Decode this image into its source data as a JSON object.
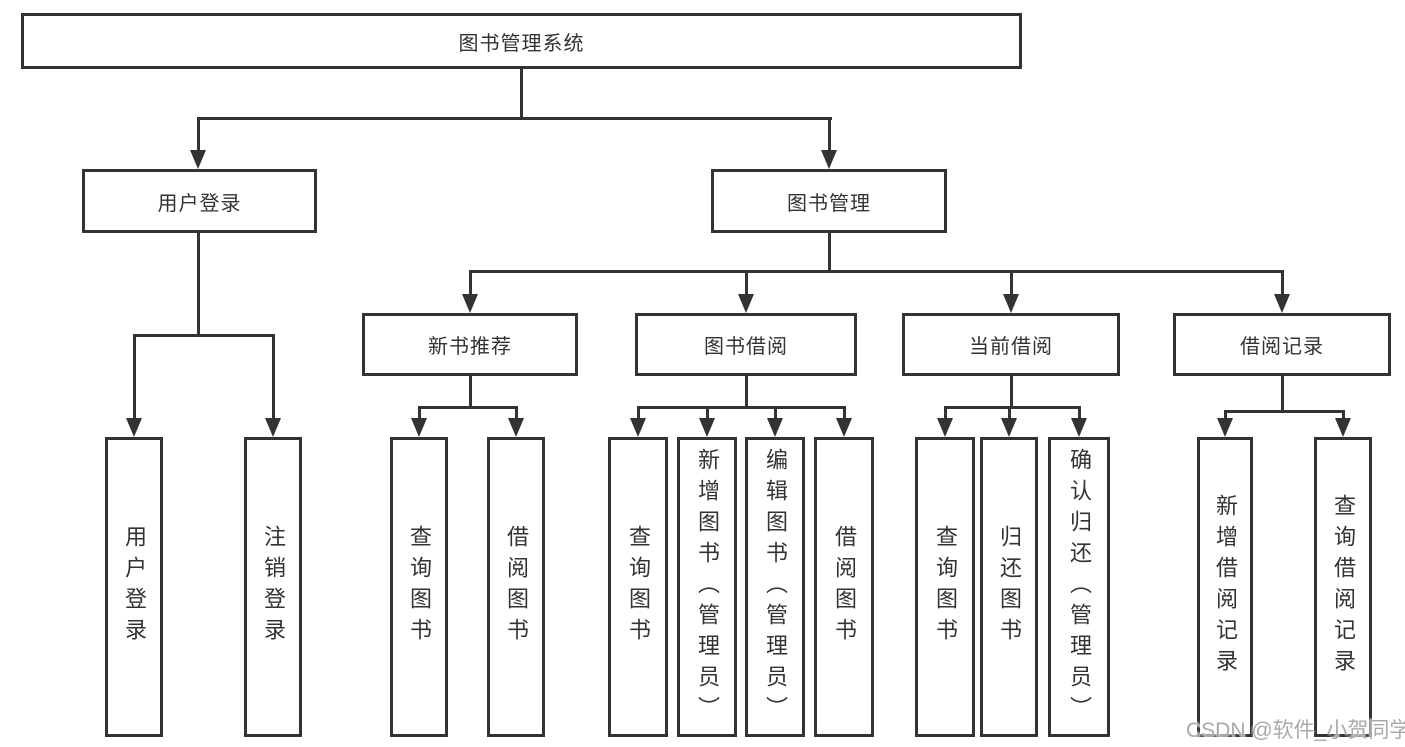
{
  "diagram_type": "functional-structure-tree",
  "tree": {
    "label": "图书管理系统",
    "children": [
      {
        "label": "用户登录",
        "children": [
          {
            "label": "用户登录"
          },
          {
            "label": "注销登录"
          }
        ]
      },
      {
        "label": "图书管理",
        "children": [
          {
            "label": "新书推荐",
            "children": [
              {
                "label": "查询图书"
              },
              {
                "label": "借阅图书"
              }
            ]
          },
          {
            "label": "图书借阅",
            "children": [
              {
                "label": "查询图书"
              },
              {
                "label": "新增图书（管理员）"
              },
              {
                "label": "编辑图书（管理员）"
              },
              {
                "label": "借阅图书"
              }
            ]
          },
          {
            "label": "当前借阅",
            "children": [
              {
                "label": "查询图书"
              },
              {
                "label": "归还图书"
              },
              {
                "label": "确认归还（管理员）"
              }
            ]
          },
          {
            "label": "借阅记录",
            "children": [
              {
                "label": "新增借阅记录"
              },
              {
                "label": "查询借阅记录"
              }
            ]
          }
        ]
      }
    ]
  },
  "watermark": {
    "text": "CSDN @软件_小贺同学"
  },
  "colors": {
    "line": "#333333",
    "text": "#333333",
    "background": "#ffffff",
    "watermark": "#a9a9a9"
  }
}
